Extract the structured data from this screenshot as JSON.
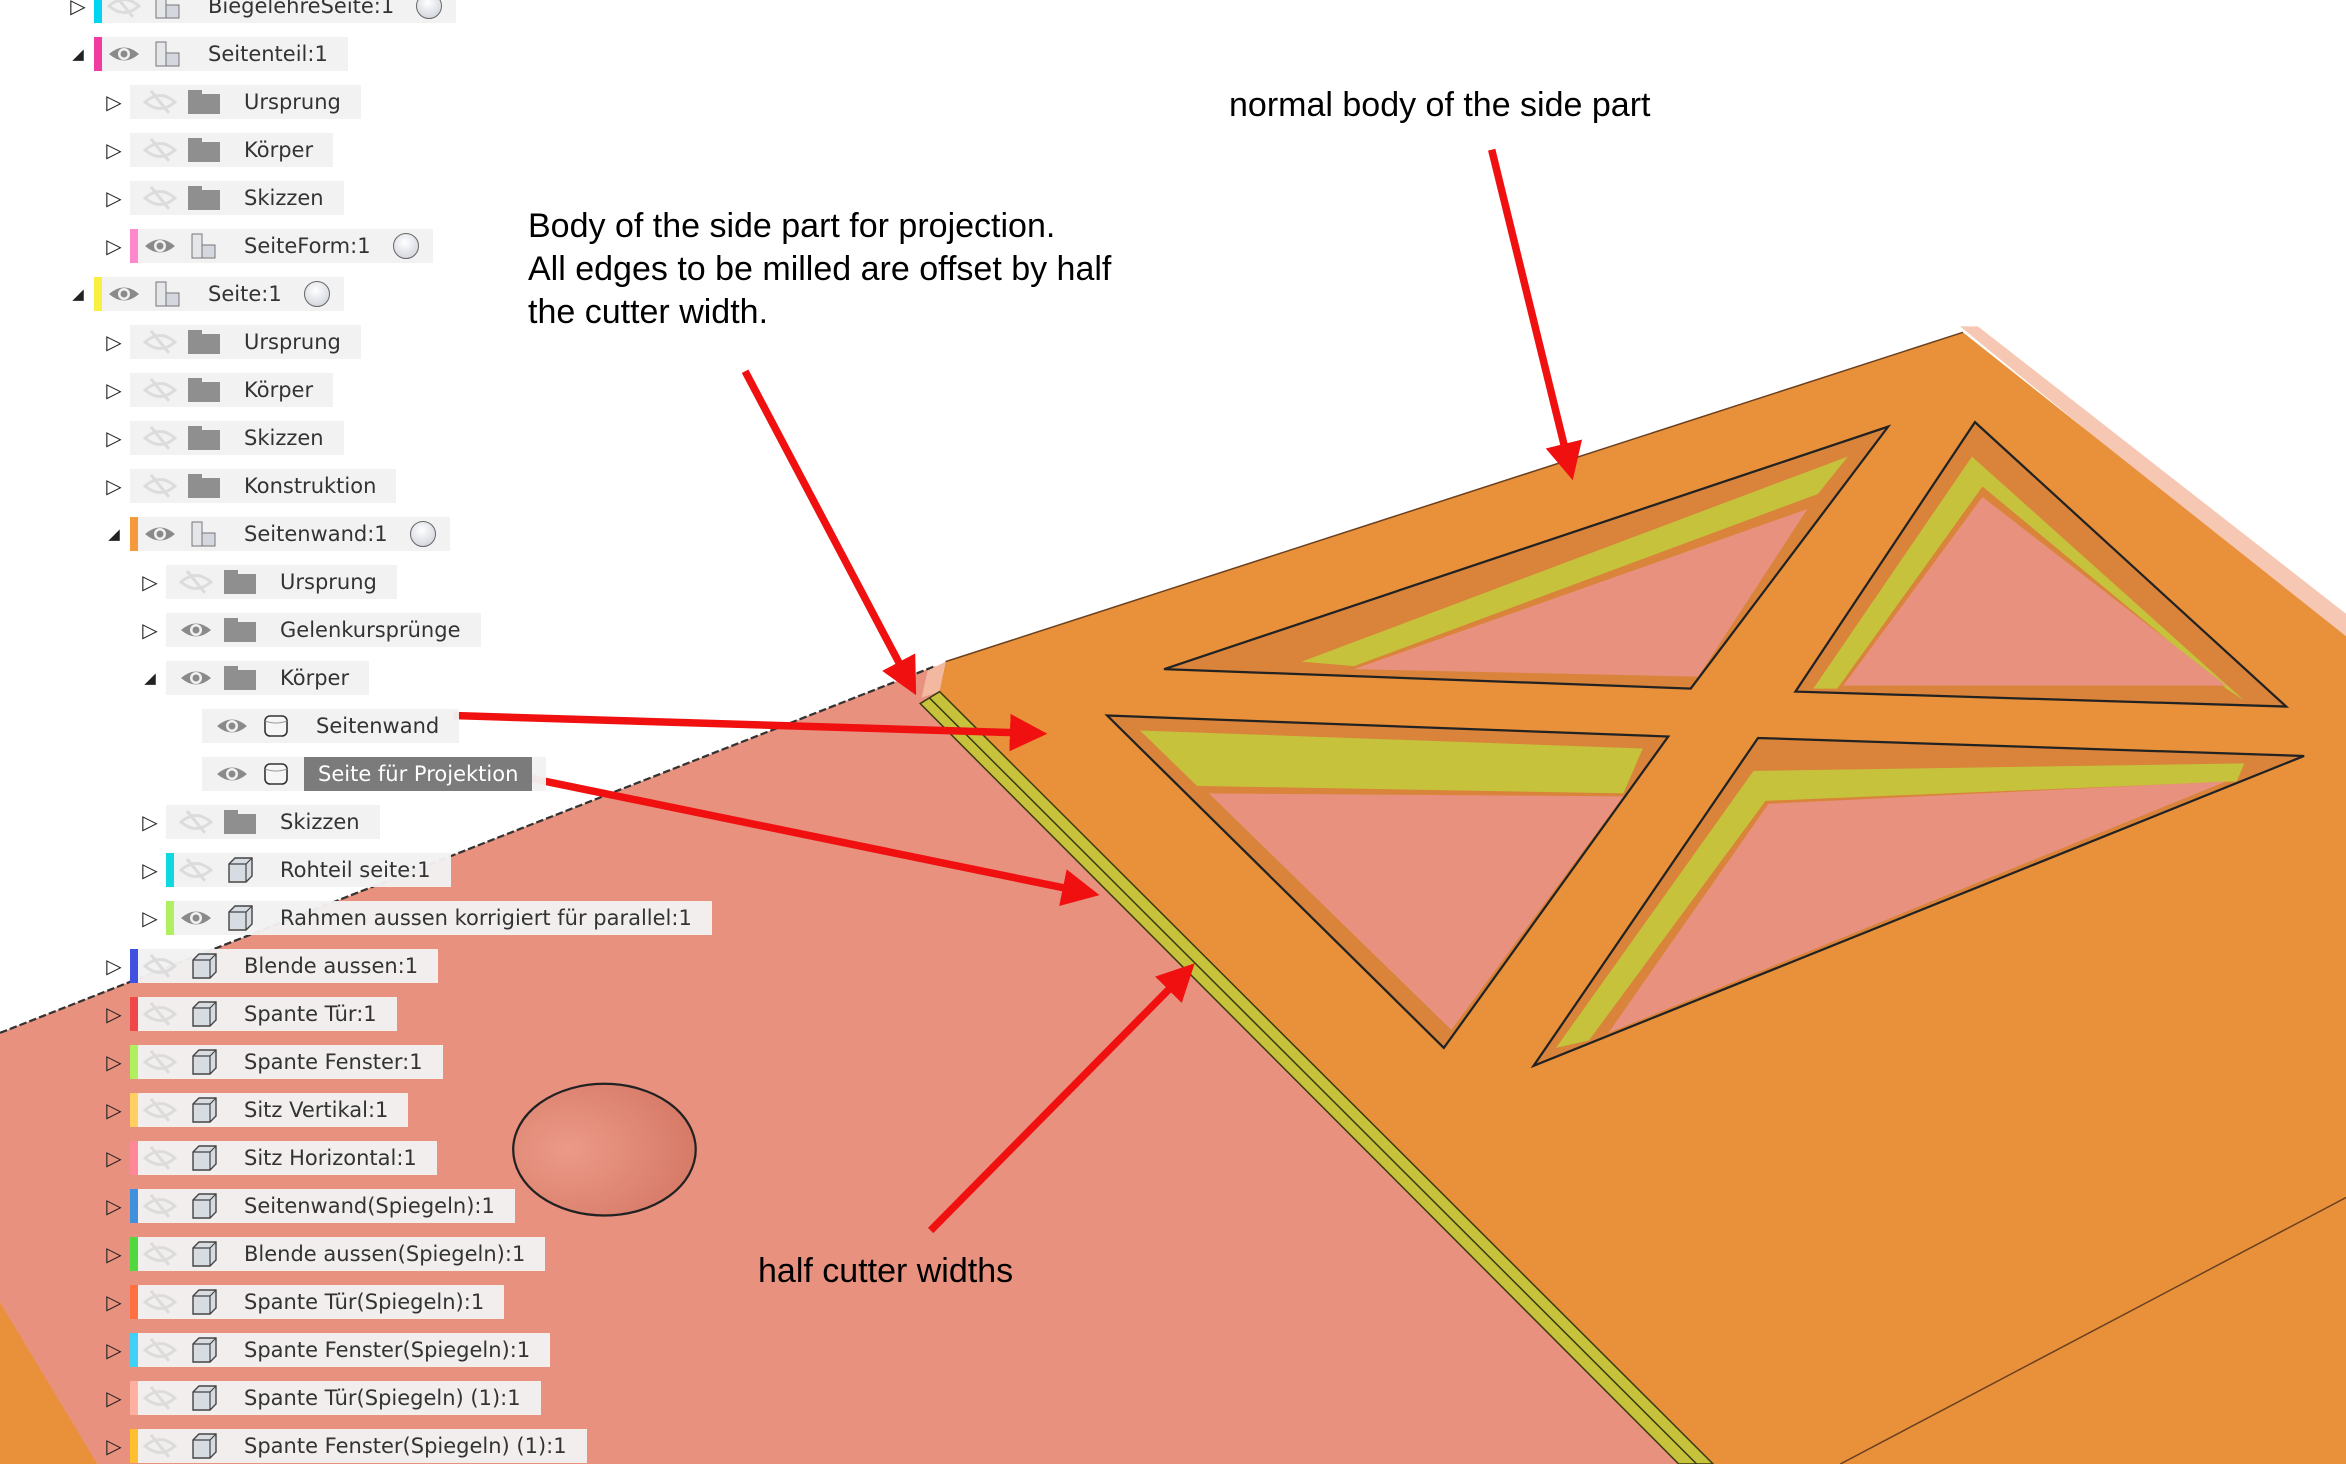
{
  "annotations": {
    "normal_body": "normal body of the side part",
    "projection_line1": "Body of the side part for projection.",
    "projection_line2": "All edges to be milled are offset by half",
    "projection_line3": "the cutter width.",
    "half_cutter": "half cutter widths"
  },
  "colors": {
    "arrow": "#f01010",
    "orange_body": "#e8913a",
    "pink_body": "#e8917f",
    "bevel": "#c6c23c",
    "selection": "#7b7b7b"
  },
  "tree": {
    "items": [
      {
        "label": "BiegelehreSeite:1",
        "level": 0,
        "twisty": "collapsed",
        "color": "#00d4f0",
        "eye": "hidden",
        "icon": "component",
        "radio": true
      },
      {
        "label": "Seitenteil:1",
        "level": 0,
        "twisty": "expanded",
        "color": "#f03ca0",
        "eye": "visible",
        "icon": "component",
        "radio": false
      },
      {
        "label": "Ursprung",
        "level": 1,
        "twisty": "collapsed",
        "color": null,
        "eye": "hidden",
        "icon": "folder",
        "radio": false
      },
      {
        "label": "Körper",
        "level": 1,
        "twisty": "collapsed",
        "color": null,
        "eye": "hidden",
        "icon": "folder",
        "radio": false
      },
      {
        "label": "Skizzen",
        "level": 1,
        "twisty": "collapsed",
        "color": null,
        "eye": "hidden",
        "icon": "folder",
        "radio": false
      },
      {
        "label": "SeiteForm:1",
        "level": 1,
        "twisty": "collapsed",
        "color": "#ff88cc",
        "eye": "visible",
        "icon": "component",
        "radio": true
      },
      {
        "label": "Seite:1",
        "level": 0,
        "twisty": "expanded",
        "color": "#f8f040",
        "eye": "visible",
        "icon": "component",
        "radio": true
      },
      {
        "label": "Ursprung",
        "level": 1,
        "twisty": "collapsed",
        "color": null,
        "eye": "hidden",
        "icon": "folder",
        "radio": false
      },
      {
        "label": "Körper",
        "level": 1,
        "twisty": "collapsed",
        "color": null,
        "eye": "hidden",
        "icon": "folder",
        "radio": false
      },
      {
        "label": "Skizzen",
        "level": 1,
        "twisty": "collapsed",
        "color": null,
        "eye": "hidden",
        "icon": "folder",
        "radio": false
      },
      {
        "label": "Konstruktion",
        "level": 1,
        "twisty": "collapsed",
        "color": null,
        "eye": "hidden",
        "icon": "folder",
        "radio": false
      },
      {
        "label": "Seitenwand:1",
        "level": 1,
        "twisty": "expanded",
        "color": "#f49a3c",
        "eye": "visible",
        "icon": "component",
        "radio": true
      },
      {
        "label": "Ursprung",
        "level": 2,
        "twisty": "collapsed",
        "color": null,
        "eye": "hidden",
        "icon": "folder",
        "radio": false
      },
      {
        "label": "Gelenkursprünge",
        "level": 2,
        "twisty": "collapsed",
        "color": null,
        "eye": "visible",
        "icon": "folder",
        "radio": false
      },
      {
        "label": "Körper",
        "level": 2,
        "twisty": "expanded",
        "color": null,
        "eye": "visible",
        "icon": "folder",
        "radio": false
      },
      {
        "label": "Seitenwand",
        "level": 3,
        "twisty": "none",
        "color": null,
        "eye": "visible",
        "icon": "body",
        "radio": false
      },
      {
        "label": "Seite für Projektion",
        "level": 3,
        "twisty": "none",
        "color": null,
        "eye": "visible",
        "icon": "body",
        "radio": false,
        "selected": true
      },
      {
        "label": "Skizzen",
        "level": 2,
        "twisty": "collapsed",
        "color": null,
        "eye": "hidden",
        "icon": "folder",
        "radio": false
      },
      {
        "label": "Rohteil seite:1",
        "level": 2,
        "twisty": "collapsed",
        "color": "#10d8e0",
        "eye": "hidden",
        "icon": "box",
        "radio": false
      },
      {
        "label": "Rahmen aussen korrigiert für parallel:1",
        "level": 2,
        "twisty": "collapsed",
        "color": "#b0f060",
        "eye": "visible",
        "icon": "box",
        "radio": false
      },
      {
        "label": "Blende aussen:1",
        "level": 1,
        "twisty": "collapsed",
        "color": "#4050e0",
        "eye": "hidden",
        "icon": "box",
        "radio": false
      },
      {
        "label": "Spante Tür:1",
        "level": 1,
        "twisty": "collapsed",
        "color": "#f04848",
        "eye": "hidden",
        "icon": "box",
        "radio": false
      },
      {
        "label": "Spante Fenster:1",
        "level": 1,
        "twisty": "collapsed",
        "color": "#b0f060",
        "eye": "hidden",
        "icon": "box",
        "radio": false
      },
      {
        "label": "Sitz Vertikal:1",
        "level": 1,
        "twisty": "collapsed",
        "color": "#ffd060",
        "eye": "hidden",
        "icon": "box",
        "radio": false
      },
      {
        "label": "Sitz Horizontal:1",
        "level": 1,
        "twisty": "collapsed",
        "color": "#ff8898",
        "eye": "hidden",
        "icon": "box",
        "radio": false
      },
      {
        "label": "Seitenwand(Spiegeln):1",
        "level": 1,
        "twisty": "collapsed",
        "color": "#4090e0",
        "eye": "hidden",
        "icon": "box",
        "radio": false
      },
      {
        "label": "Blende aussen(Spiegeln):1",
        "level": 1,
        "twisty": "collapsed",
        "color": "#50d840",
        "eye": "hidden",
        "icon": "box",
        "radio": false
      },
      {
        "label": "Spante Tür(Spiegeln):1",
        "level": 1,
        "twisty": "collapsed",
        "color": "#ff7040",
        "eye": "hidden",
        "icon": "box",
        "radio": false
      },
      {
        "label": "Spante Fenster(Spiegeln):1",
        "level": 1,
        "twisty": "collapsed",
        "color": "#40d0f8",
        "eye": "hidden",
        "icon": "box",
        "radio": false
      },
      {
        "label": "Spante Tür(Spiegeln) (1):1",
        "level": 1,
        "twisty": "collapsed",
        "color": "#ffb0a0",
        "eye": "hidden",
        "icon": "box",
        "radio": false
      },
      {
        "label": "Spante Fenster(Spiegeln) (1):1",
        "level": 1,
        "twisty": "collapsed",
        "color": "#ffc030",
        "eye": "hidden",
        "icon": "box",
        "radio": false
      }
    ]
  }
}
